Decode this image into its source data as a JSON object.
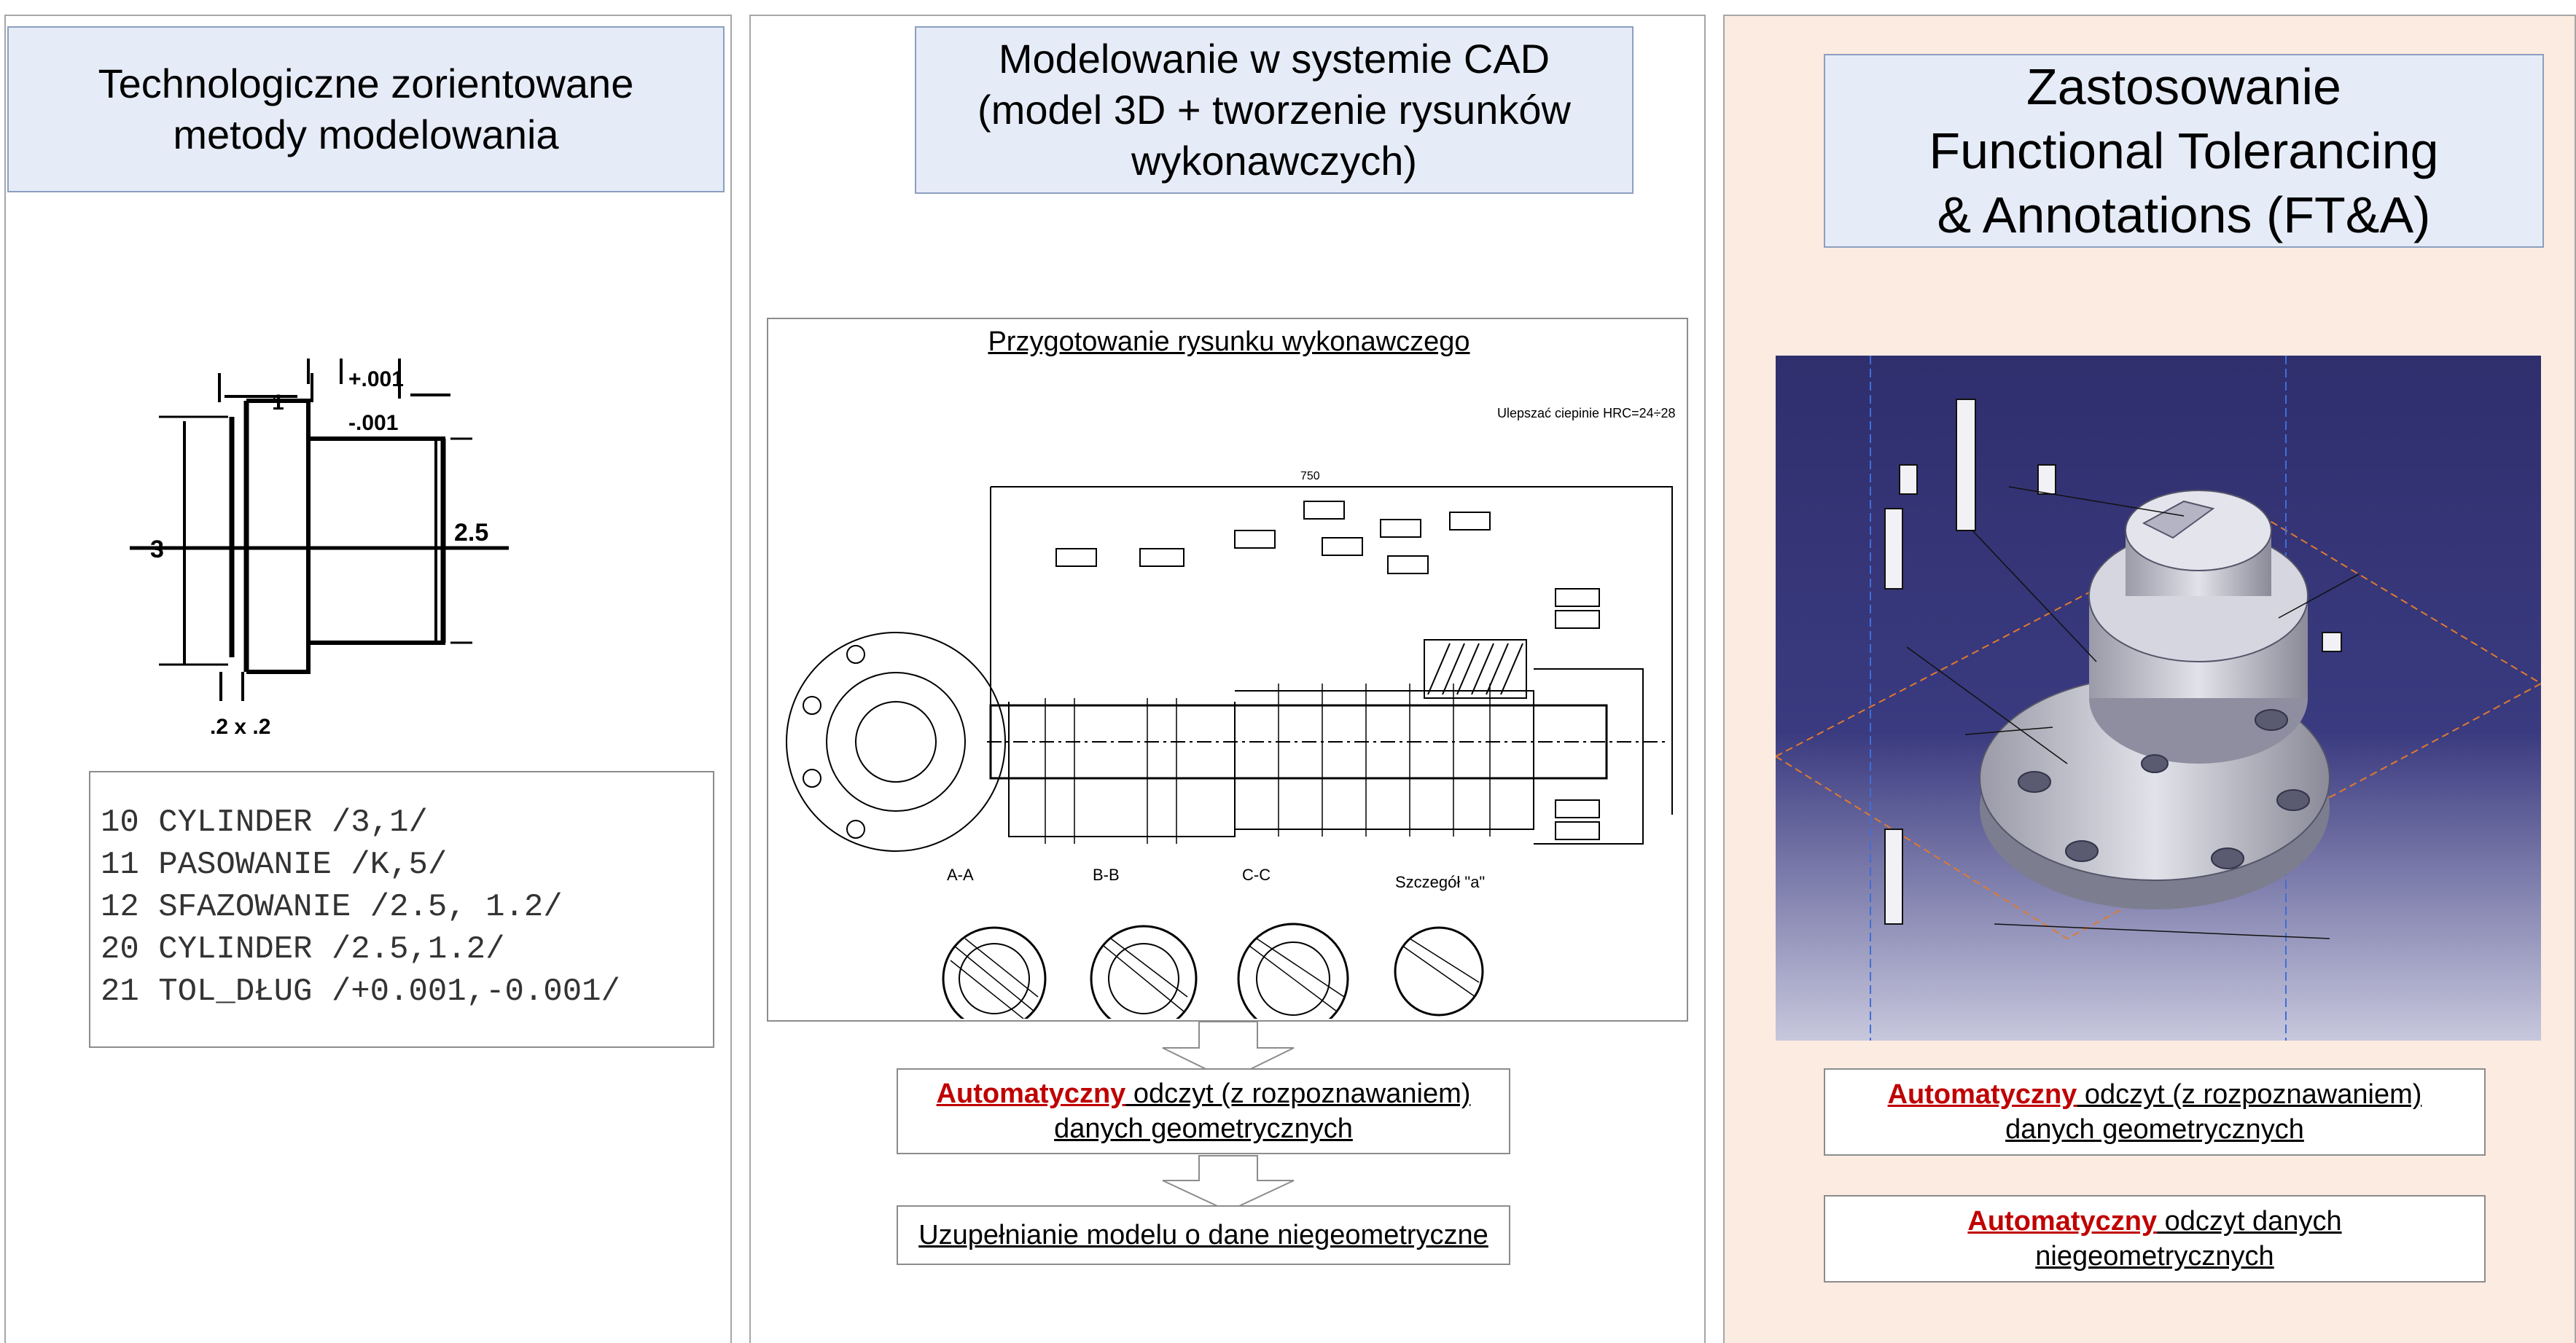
{
  "panels": {
    "left": {
      "title": "Technologiczne zorientowane\nmetody modelowania",
      "sketch_labels": {
        "tol_plus": "+.001",
        "tol_minus": "-.001",
        "dim_1": "1",
        "dim_3": "3",
        "dim_25": "2.5",
        "chamfer": ".2 x .2"
      },
      "code_lines": [
        "10 CYLINDER /3,1/",
        "11 PASOWANIE /K,5/",
        "12 SFAZOWANIE /2.5, 1.2/",
        "20 CYLINDER /2.5,1.2/",
        "21 TOL_DŁUG /+0.001,-0.001/"
      ]
    },
    "middle": {
      "title": "Modelowanie w systemie CAD\n(model 3D + tworzenie rysunków\nwykonawczych)",
      "drawing_caption": "Przygotowanie rysunku wykonawczego",
      "drawing_labels": {
        "heat_treat": "Ulepszać ciepinie HRC=24÷28",
        "length": "750",
        "sec_aa": "A-A",
        "sec_bb": "B-B",
        "sec_cc": "C-C",
        "detail": "Szczegół \"a\""
      },
      "step1_highlight": "Automatyczny",
      "step1_text": " odczyt (z rozpoznawaniem)\ndanych geometrycznych",
      "step2_text": "Uzupełnianie modelu o dane niegeometryczne"
    },
    "right": {
      "title": "Zastosowanie\nFunctional Tolerancing\n& Annotations (FT&A)",
      "step1_highlight": "Automatyczny",
      "step1_text": " odczyt (z rozpoznawaniem)\ndanych geometrycznych",
      "step2_highlight": "Automatyczny",
      "step2_text": " odczyt danych\nniegeometrycznych"
    }
  },
  "colors": {
    "title_bg": "#e6ecf7",
    "right_bg": "#fcebe0",
    "highlight": "#c00000",
    "cad_bg_top": "#2f2f6e",
    "cad_bg_bottom": "#c7c7dd"
  }
}
